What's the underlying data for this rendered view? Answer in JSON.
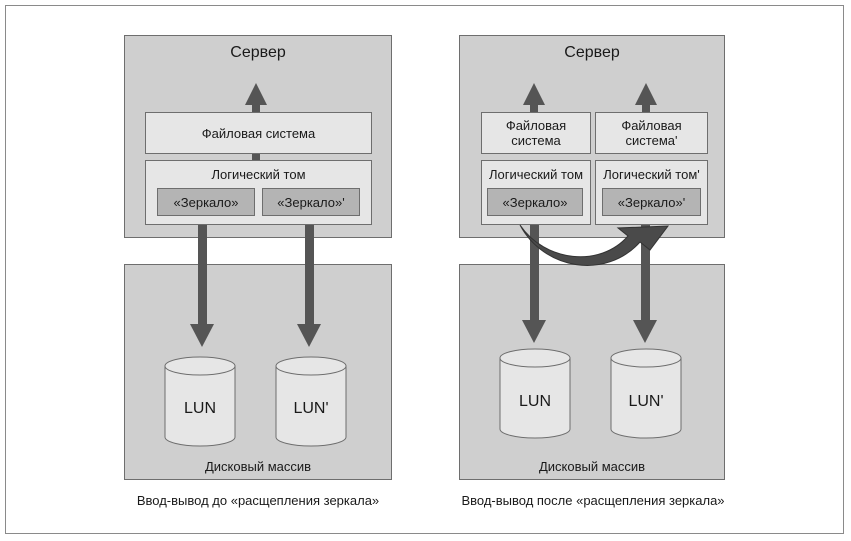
{
  "left": {
    "server_title": "Сервер",
    "filesystem": "Файловая система",
    "logical_volume": "Логический том",
    "mirror1": "«Зеркало»",
    "mirror2": "«Зеркало»'",
    "disk1": "LUN",
    "disk2": "LUN'",
    "array_title": "Дисковый массив",
    "caption": "Ввод-вывод до «расщепления зеркала»"
  },
  "right": {
    "server_title": "Сервер",
    "filesystem1": "Файловая система",
    "filesystem2": "Файловая система'",
    "logical_volume1": "Логический том",
    "logical_volume2": "Логический том'",
    "mirror1": "«Зеркало»",
    "mirror2": "«Зеркало»'",
    "disk1": "LUN",
    "disk2": "LUN'",
    "array_title": "Дисковый массив",
    "caption": "Ввод-вывод после «расщепления зеркала»"
  },
  "colors": {
    "server_bg": "#cfcfcf",
    "box_bg": "#e6e6e6",
    "mirror_bg": "#b4b4b4",
    "arrow": "#555555",
    "border": "#6e6e6e"
  }
}
